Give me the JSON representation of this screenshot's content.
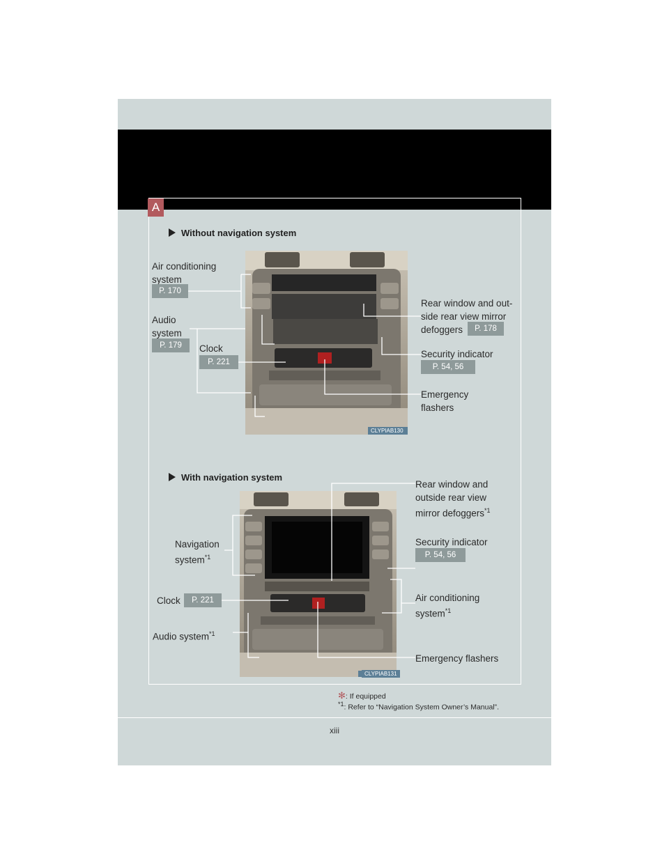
{
  "section_letter": "A",
  "without_nav": {
    "heading": "Without navigation system",
    "air_conditioning": {
      "label_line1": "Air conditioning",
      "label_line2": "system",
      "ref": "P. 170"
    },
    "audio": {
      "label_line1": "Audio",
      "label_line2": "system",
      "ref": "P. 179"
    },
    "clock": {
      "label": "Clock",
      "ref": "P. 221"
    },
    "rear_defoggers": {
      "label_line1": "Rear window and out-",
      "label_line2": "side rear view mirror",
      "label_line3": "defoggers",
      "ref": "P. 178"
    },
    "security": {
      "label": "Security indicator",
      "ref": "P. 54, 56"
    },
    "emergency": {
      "label_line1": "Emergency",
      "label_line2": "flashers"
    },
    "image_code": "CLYPIAB130"
  },
  "with_nav": {
    "heading": "With navigation system",
    "rear_defoggers": {
      "label_line1": "Rear window and",
      "label_line2": "outside rear view",
      "label_line3": "mirror defoggers",
      "mark": "*1"
    },
    "navigation": {
      "label_line1": "Navigation",
      "label_line2": "system",
      "mark": "*1"
    },
    "security": {
      "label": "Security indicator",
      "ref": "P. 54, 56"
    },
    "clock": {
      "label": "Clock",
      "ref": "P. 221"
    },
    "air_conditioning": {
      "label_line1": "Air conditioning",
      "label_line2": "system",
      "mark": "*1"
    },
    "audio": {
      "label": "Audio system",
      "mark": "*1"
    },
    "emergency": {
      "label": "Emergency flashers"
    },
    "image_code": "CLYPIAB131"
  },
  "footnotes": {
    "equipped_mark": "✻",
    "equipped_text": ": If equipped",
    "ref_mark": "*1",
    "ref_text": ": Refer to “Navigation System Owner’s Manual”."
  },
  "page_number": "xiii",
  "colors": {
    "page_bg": "#cfd8d8",
    "header": "#000000",
    "badge": "#b25a5e",
    "ref_tag": "#8e9a9a",
    "footnote_mark": "#b25a5e"
  }
}
